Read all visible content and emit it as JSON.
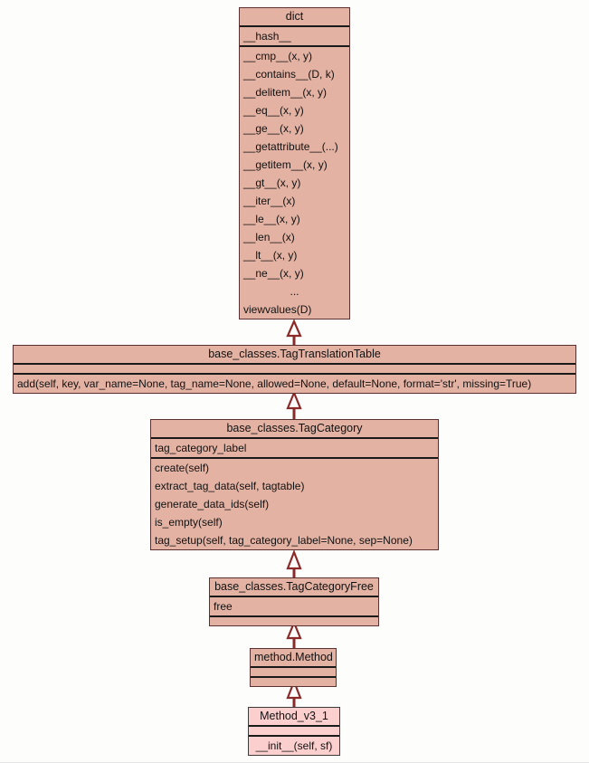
{
  "diagram": {
    "type": "uml-class-diagram",
    "background": "#fdfdfb",
    "class_fill": "#e3b2a3",
    "class_fill_highlight": "#fccfcf",
    "edge_color": "#8b2a2a",
    "classes": [
      {
        "id": "dict",
        "name": "dict",
        "attributes": [
          "__hash__"
        ],
        "methods": [
          "__cmp__(x, y)",
          "__contains__(D, k)",
          "__delitem__(x, y)",
          "__eq__(x, y)",
          "__ge__(x, y)",
          "__getattribute__(...)",
          "__getitem__(x, y)",
          "__gt__(x, y)",
          "__iter__(x)",
          "__le__(x, y)",
          "__len__(x)",
          "__lt__(x, y)",
          "__ne__(x, y)",
          "...",
          "viewvalues(D)"
        ]
      },
      {
        "id": "tagtranslationtable",
        "name": "base_classes.TagTranslationTable",
        "attributes": [],
        "methods": [
          "add(self, key, var_name=None, tag_name=None, allowed=None, default=None, format='str', missing=True)"
        ]
      },
      {
        "id": "tagcategory",
        "name": "base_classes.TagCategory",
        "attributes": [
          "tag_category_label"
        ],
        "methods": [
          "create(self)",
          "extract_tag_data(self, tagtable)",
          "generate_data_ids(self)",
          "is_empty(self)",
          "tag_setup(self, tag_category_label=None, sep=None)"
        ]
      },
      {
        "id": "tagcategoryfree",
        "name": "base_classes.TagCategoryFree",
        "attributes": [
          "free"
        ],
        "methods": []
      },
      {
        "id": "methodmethod",
        "name": "method.Method",
        "attributes": [],
        "methods": []
      },
      {
        "id": "methodv31",
        "name": "Method_v3_1",
        "attributes": [],
        "methods": [
          "__init__(self, sf)"
        ]
      }
    ],
    "inheritance_edges": [
      {
        "from": "tagtranslationtable",
        "to": "dict"
      },
      {
        "from": "tagcategory",
        "to": "tagtranslationtable"
      },
      {
        "from": "tagcategoryfree",
        "to": "tagcategory"
      },
      {
        "from": "methodmethod",
        "to": "tagcategoryfree"
      },
      {
        "from": "methodv31",
        "to": "methodmethod"
      }
    ]
  }
}
